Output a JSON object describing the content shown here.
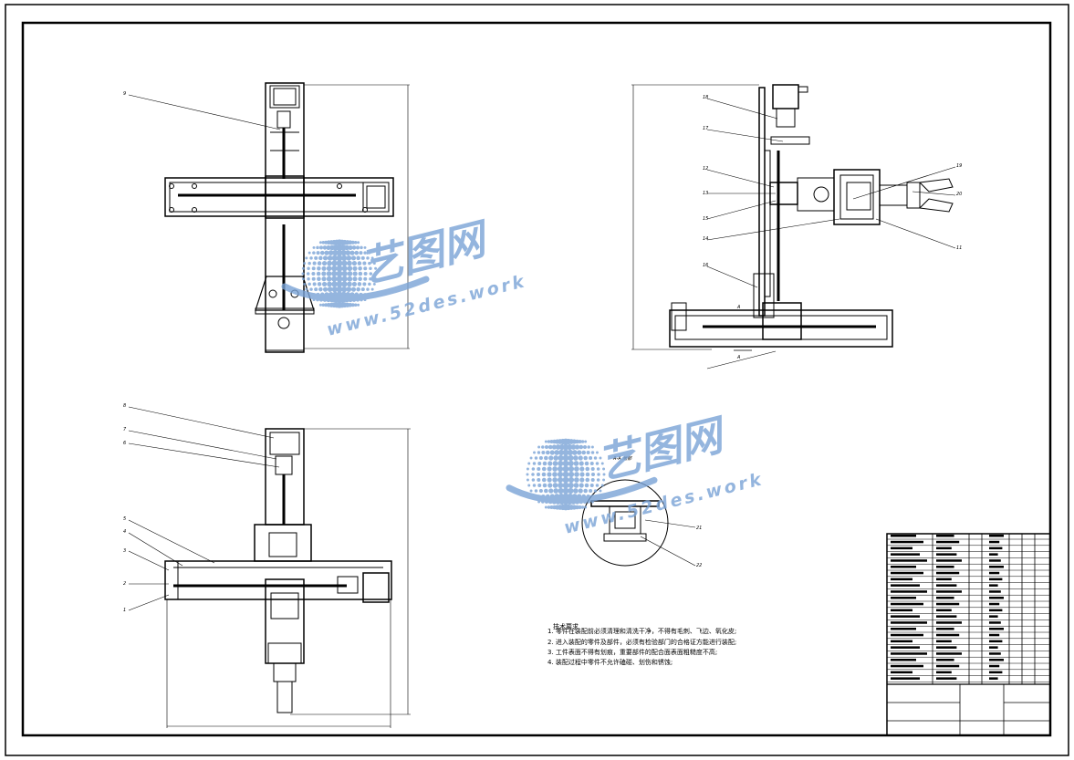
{
  "watermark": {
    "brand_cn": "艺图网",
    "site": "www.52des.work",
    "icon": "globe-dots-icon",
    "color": "#7aa3d6"
  },
  "tech_requirements": {
    "heading": "技术要求",
    "items": [
      "1. 零件在装配前必须清理和清洗干净，不得有毛刺、飞边、氧化皮;",
      "2. 进入装配的零件及部件，必须有检验部门的合格证方能进行装配;",
      "3. 工件表面不得有划痕，重要部件的配合面表面粗糙度不高;",
      "4. 装配过程中零件不允许磕碰、划伤和锈蚀;"
    ]
  },
  "detail_view": {
    "label": "A-A 局部",
    "callouts": [
      "21",
      "22"
    ]
  },
  "callouts": {
    "top_view": [
      "9"
    ],
    "side_view": [
      "18",
      "17",
      "12",
      "13",
      "15",
      "14",
      "16",
      "19",
      "20",
      "11"
    ],
    "front_view": [
      "8",
      "7",
      "6",
      "5",
      "4",
      "3",
      "2",
      "1"
    ]
  },
  "section_marks": [
    "A",
    "A"
  ],
  "colors": {
    "line": "#000000",
    "paper": "#ffffff",
    "watermark": "#7aa3d6"
  }
}
